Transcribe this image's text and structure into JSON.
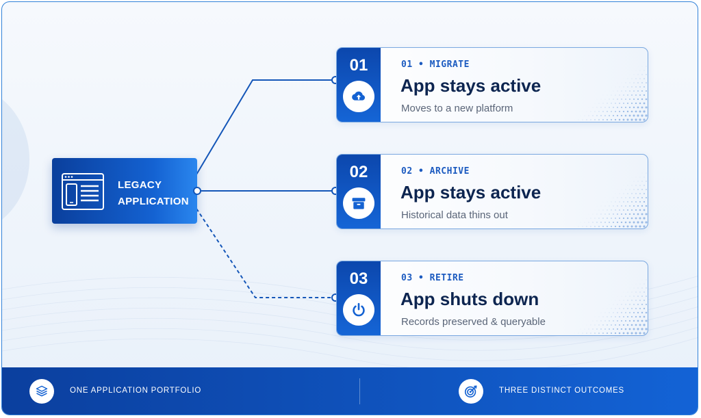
{
  "legacy": {
    "line1": "LEGACY",
    "line2": "APPLICATION"
  },
  "outcomes": [
    {
      "number": "01",
      "tag": "01 • MIGRATE",
      "title": "App stays active",
      "subtitle": "Moves to a new platform",
      "icon": "cloud-upload-icon",
      "connector": "solid"
    },
    {
      "number": "02",
      "tag": "02 • ARCHIVE",
      "title": "App stays active",
      "subtitle": "Historical data thins out",
      "icon": "archive-box-icon",
      "connector": "solid"
    },
    {
      "number": "03",
      "tag": "03 • RETIRE",
      "title": "App shuts down",
      "subtitle": "Records preserved & queryable",
      "icon": "power-icon",
      "connector": "dashed"
    }
  ],
  "footer": {
    "left_label": "ONE APPLICATION PORTFOLIO",
    "left_icon": "layers-icon",
    "right_label": "THREE DISTINCT OUTCOMES",
    "right_icon": "target-icon"
  },
  "colors": {
    "primary": "#1462d2",
    "dark": "#0b3f9e",
    "title_text": "#0d2550",
    "tag_text": "#1c5bc0"
  }
}
